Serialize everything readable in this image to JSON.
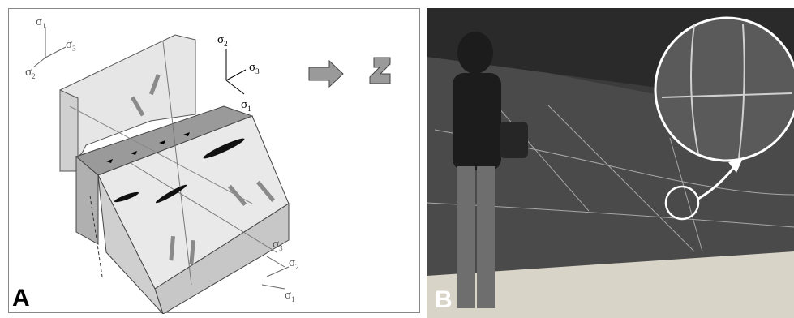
{
  "panel_a": {
    "label": "A",
    "stress_labels": {
      "s1": "σ",
      "s2": "σ",
      "s3": "σ",
      "sub1": "1",
      "sub2": "2",
      "sub3": "3"
    }
  },
  "panel_b": {
    "label": "B"
  },
  "colors": {
    "block_light": "#e6e6e6",
    "block_mid": "#c9c9c9",
    "block_dark": "#9a9a9a",
    "arrow_grey": "#8a8a8a",
    "rock_dark": "#3b3b3b",
    "sand": "#d9d4c8",
    "callout": "#ffffff"
  }
}
